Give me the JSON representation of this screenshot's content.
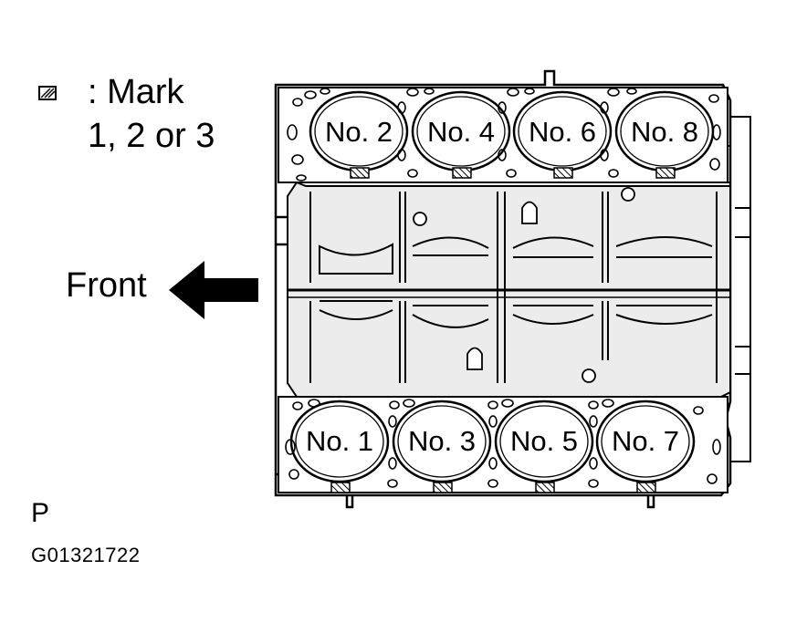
{
  "legend": {
    "icon": "hatched-square-icon",
    "line1": ": Mark",
    "line2": "1, 2 or 3"
  },
  "front": {
    "label": "Front",
    "icon": "arrow-left-icon"
  },
  "cylinders": {
    "top_row": [
      "No. 2",
      "No. 4",
      "No. 6",
      "No. 8"
    ],
    "bottom_row": [
      "No. 1",
      "No. 3",
      "No. 5",
      "No. 7"
    ]
  },
  "view_code": "P",
  "figure_id": "G01321722"
}
